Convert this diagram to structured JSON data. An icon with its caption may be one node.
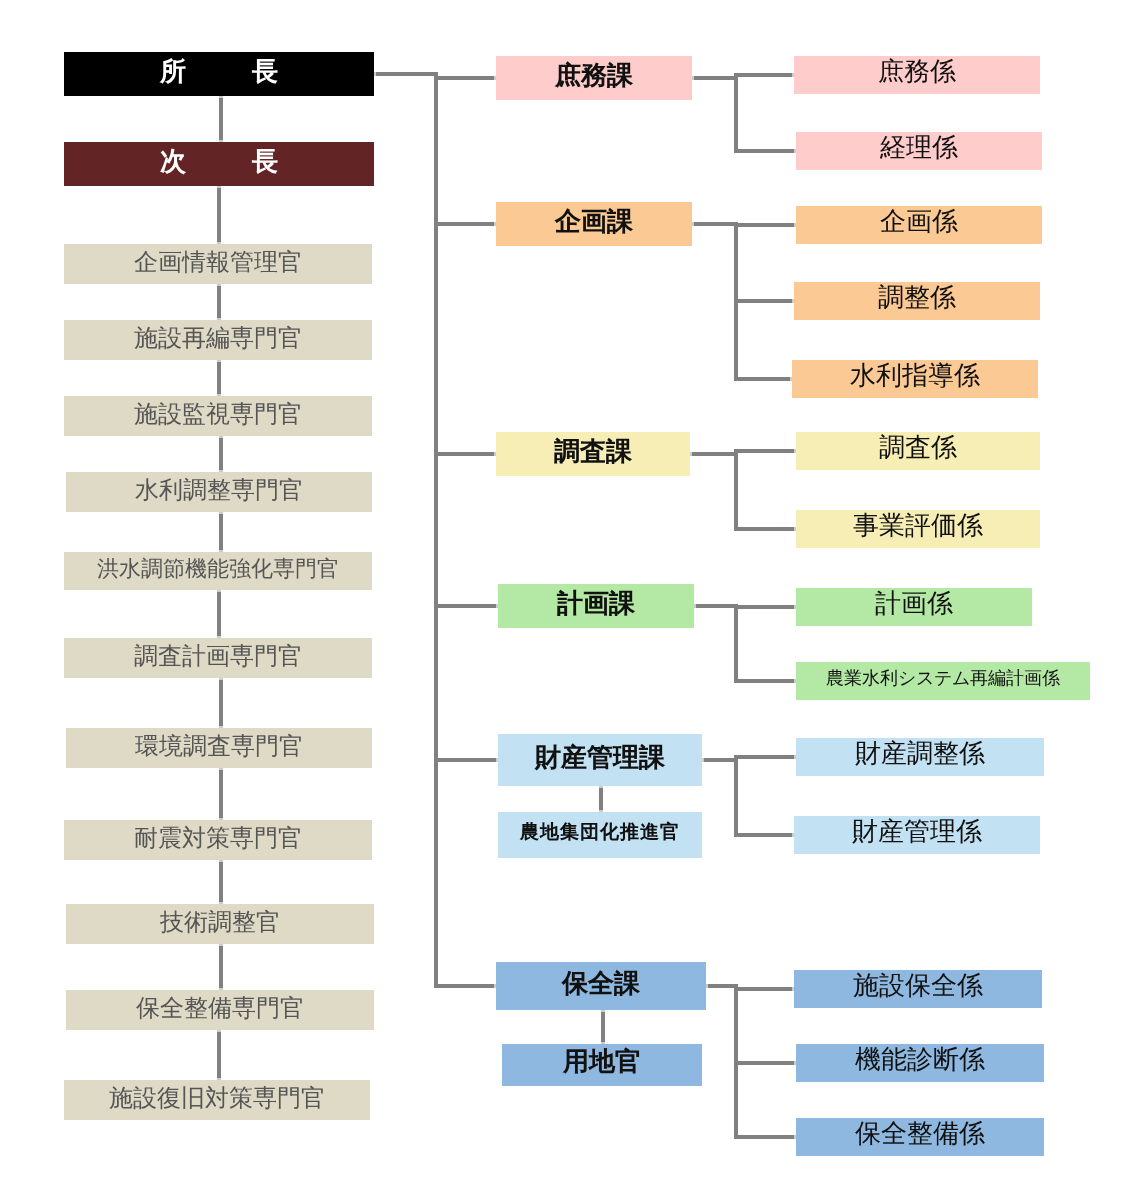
{
  "diagram": {
    "nodes": [
      {
        "text": [
          "所 長"
        ]
      },
      {
        "text": [
          "次 長"
        ]
      },
      {
        "text": [
          "企画情報管理官"
        ]
      },
      {
        "text": [
          "施設再編専門官"
        ]
      },
      {
        "text": [
          "施設監視専門官"
        ]
      },
      {
        "text": [
          "水利調整専門官"
        ]
      },
      {
        "text": [
          "洪水調節機能強化専門官"
        ]
      },
      {
        "text": [
          "調査計画専門官"
        ]
      },
      {
        "text": [
          "環境調査専門官"
        ]
      },
      {
        "text": [
          "耐震対策専門官"
        ]
      },
      {
        "text": [
          "技術調整官"
        ]
      },
      {
        "text": [
          "保全整備専門官"
        ]
      },
      {
        "text": [
          "施設復旧対策専門官"
        ]
      },
      {
        "text": [
          "庶務課"
        ]
      },
      {
        "text": [
          "庶務係"
        ]
      },
      {
        "text": [
          "経理係"
        ]
      },
      {
        "text": [
          "企画課"
        ]
      },
      {
        "text": [
          "企画係"
        ]
      },
      {
        "text": [
          "調整係"
        ]
      },
      {
        "text": [
          "水利指導係"
        ]
      },
      {
        "text": [
          "調査課"
        ]
      },
      {
        "text": [
          "調査係"
        ]
      },
      {
        "text": [
          "事業評価係"
        ]
      },
      {
        "text": [
          "計画課"
        ]
      },
      {
        "text": [
          "計画係"
        ]
      },
      {
        "text": [
          "農業水利システム再編計画係"
        ]
      },
      {
        "text": [
          "財産管理課"
        ]
      },
      {
        "text": [
          "農地集団化推進官"
        ]
      },
      {
        "text": [
          "財産調整係"
        ]
      },
      {
        "text": [
          "財産管理係"
        ]
      },
      {
        "text": [
          "保全課"
        ]
      },
      {
        "text": [
          "用地官"
        ]
      },
      {
        "text": [
          "施設保全係"
        ]
      },
      {
        "text": [
          "機能診断係"
        ]
      },
      {
        "text": [
          "保全整備係"
        ]
      }
    ],
    "edges": [
      {
        "from": 0,
        "to": 1,
        "arrow": "none"
      },
      {
        "from": 1,
        "to": 2,
        "arrow": "none"
      },
      {
        "from": 2,
        "to": 3,
        "arrow": "none"
      },
      {
        "from": 3,
        "to": 4,
        "arrow": "none"
      },
      {
        "from": 4,
        "to": 5,
        "arrow": "none"
      },
      {
        "from": 5,
        "to": 6,
        "arrow": "none"
      },
      {
        "from": 6,
        "to": 7,
        "arrow": "none"
      },
      {
        "from": 7,
        "to": 8,
        "arrow": "none"
      },
      {
        "from": 8,
        "to": 9,
        "arrow": "none"
      },
      {
        "from": 9,
        "to": 10,
        "arrow": "none"
      },
      {
        "from": 10,
        "to": 11,
        "arrow": "none"
      },
      {
        "from": 11,
        "to": 12,
        "arrow": "none"
      },
      {
        "from": 0,
        "to": 13,
        "arrow": "none"
      },
      {
        "from": 0,
        "to": 16,
        "arrow": "none"
      },
      {
        "from": 0,
        "to": 20,
        "arrow": "none"
      },
      {
        "from": 0,
        "to": 23,
        "arrow": "none"
      },
      {
        "from": 0,
        "to": 26,
        "arrow": "none"
      },
      {
        "from": 0,
        "to": 30,
        "arrow": "none"
      },
      {
        "from": 13,
        "to": 14,
        "arrow": "none"
      },
      {
        "from": 13,
        "to": 15,
        "arrow": "none"
      },
      {
        "from": 16,
        "to": 17,
        "arrow": "none"
      },
      {
        "from": 16,
        "to": 18,
        "arrow": "none"
      },
      {
        "from": 16,
        "to": 19,
        "arrow": "none"
      },
      {
        "from": 20,
        "to": 21,
        "arrow": "none"
      },
      {
        "from": 20,
        "to": 22,
        "arrow": "none"
      },
      {
        "from": 23,
        "to": 24,
        "arrow": "none"
      },
      {
        "from": 23,
        "to": 25,
        "arrow": "none"
      },
      {
        "from": 26,
        "to": 27,
        "arrow": "none"
      },
      {
        "from": 26,
        "to": 28,
        "arrow": "none"
      },
      {
        "from": 26,
        "to": 29,
        "arrow": "none"
      },
      {
        "from": 30,
        "to": 31,
        "arrow": "none"
      },
      {
        "from": 30,
        "to": 32,
        "arrow": "none"
      },
      {
        "from": 30,
        "to": 33,
        "arrow": "none"
      },
      {
        "from": 30,
        "to": 34,
        "arrow": "none"
      }
    ]
  }
}
